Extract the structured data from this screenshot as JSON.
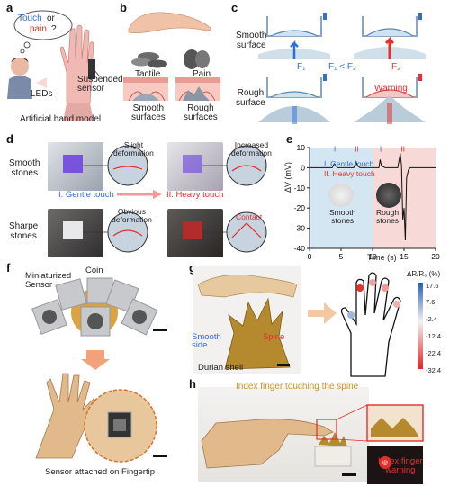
{
  "panels": {
    "a": "a",
    "b": "b",
    "c": "c",
    "d": "d",
    "e": "e",
    "f": "f",
    "g": "g",
    "h": "h"
  },
  "a": {
    "touch": "Touch",
    "or": "or",
    "pain": "pain",
    "q": "?",
    "leds": "LEDs",
    "sensor": "Suspended\nsensor",
    "model": "Artificial hand model"
  },
  "b": {
    "tactile": "Tactile",
    "pain": "Pain",
    "smooth": "Smooth\nsurfaces",
    "rough": "Rough\nsurfaces"
  },
  "c": {
    "smooth": "Smooth\nsurface",
    "rough": "Rough\nsurface",
    "f1": "F₁",
    "f2": "F₂",
    "cmp": "F₁ < F₂",
    "warning": "Warning"
  },
  "d": {
    "smooth": "Smooth\nstones",
    "sharpe": "Sharpe\nstones",
    "slight": "Slight\ndeformation",
    "increased": "Increased\ndeformation",
    "obvious": "Obvious\ndeformation",
    "contact": "Contact",
    "gentle": "I. Gentle touch",
    "heavy": "II. Heavy touch"
  },
  "e": {
    "ylabel": "ΔV (mV)",
    "xlabel": "Time (s)",
    "legend1": "I. Gentle touch",
    "legend2": "II. Heavy touch",
    "smooth": "Smooth\nstones",
    "rough": "Rough\nstones",
    "mark1": "I",
    "mark2": "II"
  },
  "f": {
    "mini": "Miniaturized\nSensor",
    "coin": "Coin",
    "attached": "Sensor attached on Fingertip"
  },
  "g": {
    "smooth": "Smooth\nside",
    "spine": "Spine",
    "shell": "Durian shell",
    "cb_title": "ΔR/R₀ (%)",
    "cb_ticks": [
      "17.6",
      "7.6",
      "-2.4",
      "-12.4",
      "-22.4",
      "-32.4"
    ]
  },
  "h": {
    "title": "Index finger touching the spine",
    "warn": "Index finger\nwarning"
  },
  "colors": {
    "blue": "#2f6fd6",
    "red": "#e0312c",
    "smooth_bg": "#d5e6f3",
    "rough_bg": "#f7d9d8"
  },
  "chart_data": {
    "type": "line",
    "title": "",
    "xlabel": "Time (s)",
    "ylabel": "ΔV (mV)",
    "xlim": [
      0,
      20
    ],
    "ylim": [
      -40,
      10
    ],
    "xticks": [
      0,
      5,
      10,
      15,
      20
    ],
    "yticks": [
      -40,
      -30,
      -20,
      -10,
      0,
      10
    ],
    "regions": [
      {
        "label": "Smooth stones",
        "x": [
          0,
          10
        ]
      },
      {
        "label": "Rough stones",
        "x": [
          10,
          20
        ]
      }
    ],
    "series": [
      {
        "name": "",
        "x": [
          0,
          1,
          2,
          3,
          3.6,
          3.9,
          4.1,
          4.5,
          5,
          6,
          7,
          7.4,
          7.6,
          8,
          9,
          10,
          11,
          11.2,
          11.4,
          12,
          13,
          13.5,
          14,
          14.4,
          14.6,
          14.8,
          15,
          15.2,
          15.4,
          15.7,
          16,
          17,
          18,
          19,
          20
        ],
        "y": [
          0,
          0,
          0,
          0,
          0,
          2,
          1,
          0,
          0,
          0,
          0,
          3,
          1,
          0,
          0,
          0,
          0,
          4,
          1,
          0,
          0,
          0,
          0,
          7,
          1,
          -26,
          -20,
          -36,
          -5,
          -1,
          0,
          0,
          0,
          0,
          0
        ]
      }
    ]
  }
}
